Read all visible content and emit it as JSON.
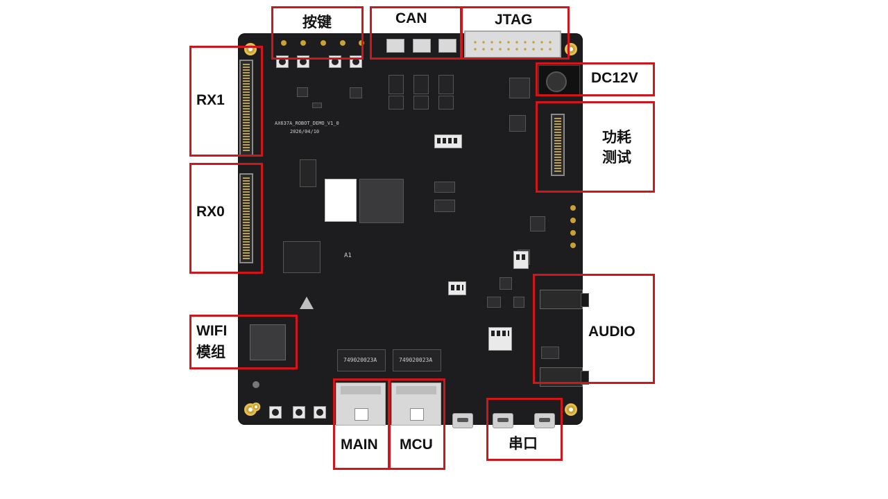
{
  "labels": {
    "buttons": "按键",
    "can": "CAN",
    "jtag": "JTAG",
    "dc12v": "DC12V",
    "rx1": "RX1",
    "rx0": "RX0",
    "power_test_line1": "功耗",
    "power_test_line2": "测试",
    "wifi_line1": "WIFI",
    "wifi_line2": "模组",
    "audio": "AUDIO",
    "main": "MAIN",
    "mcu": "MCU",
    "uart": "串口"
  },
  "board_silkscreen": {
    "board_name": "AX637A_ROBOT_DEMO_V1_0",
    "date": "2026/04/10",
    "designator_a1": "A1",
    "magjack_left": "749020023A",
    "magjack_right": "749020023A"
  },
  "colors": {
    "callout_border": "#d0151b",
    "pcb": "#1d1d1f",
    "label_text": "#111111"
  }
}
